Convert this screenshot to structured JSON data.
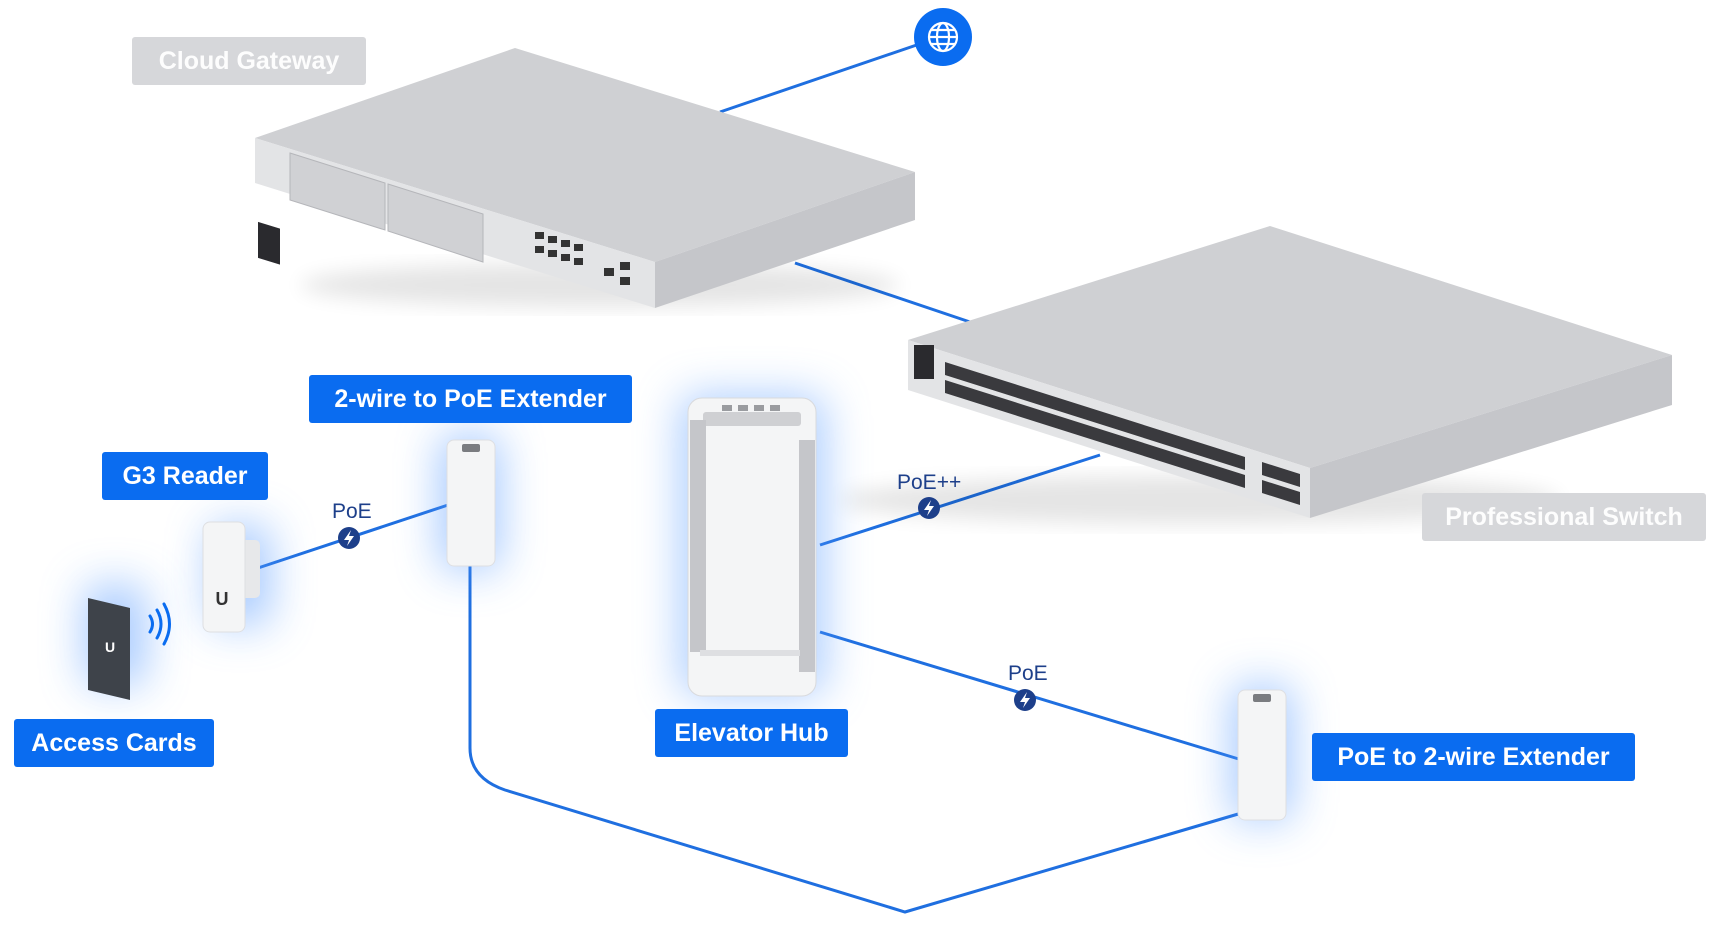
{
  "devices": {
    "cloud_gateway": "Cloud Gateway",
    "professional_switch": "Professional Switch",
    "two_wire_to_poe": "2-wire to PoE Extender",
    "g3_reader": "G3 Reader",
    "access_cards": "Access Cards",
    "elevator_hub": "Elevator Hub",
    "poe_to_two_wire": "PoE to 2-wire Extender"
  },
  "connections": {
    "reader_link": "PoE",
    "switch_link": "PoE++",
    "hub_link": "PoE"
  },
  "icons": {
    "internet": "globe-icon",
    "power": "bolt-icon",
    "nfc": "contactless-icon"
  },
  "colors": {
    "accent": "#0a6cf0",
    "link_line": "#1f6fe0",
    "glow": "#5a9cff",
    "muted_label": "#d6d7da",
    "device_body": "#d9dadd"
  }
}
